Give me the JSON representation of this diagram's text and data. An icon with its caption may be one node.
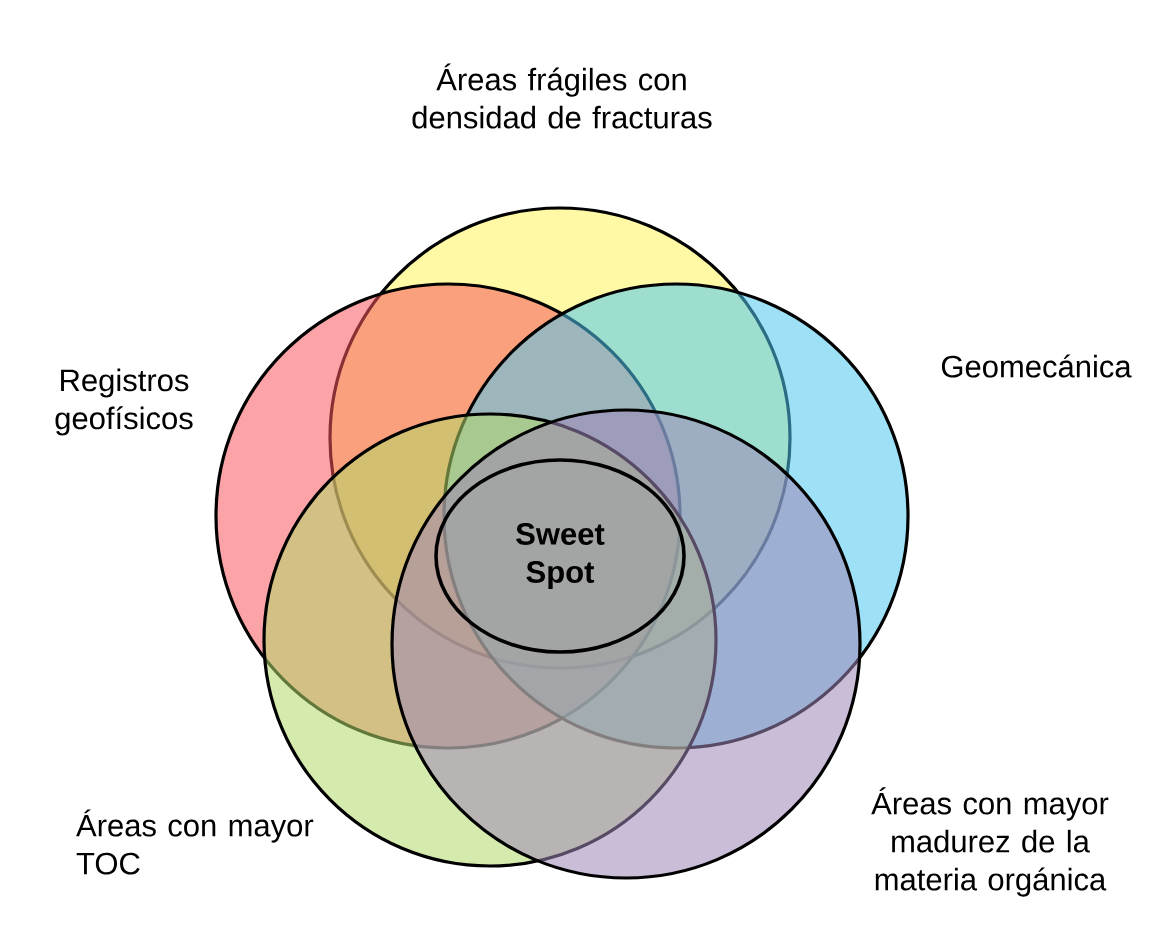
{
  "diagram": {
    "nodes": [
      {
        "text": [
          "Áreas frágiles con densidad de fracturas"
        ]
      },
      {
        "text": [
          "Registros geofísicos"
        ]
      },
      {
        "text": [
          "Geomecánica"
        ]
      },
      {
        "text": [
          "Áreas con mayor TOC"
        ]
      },
      {
        "text": [
          "Áreas con mayor madurez de la materia orgánica"
        ]
      },
      {
        "text": [
          "Sweet Spot"
        ]
      }
    ]
  }
}
